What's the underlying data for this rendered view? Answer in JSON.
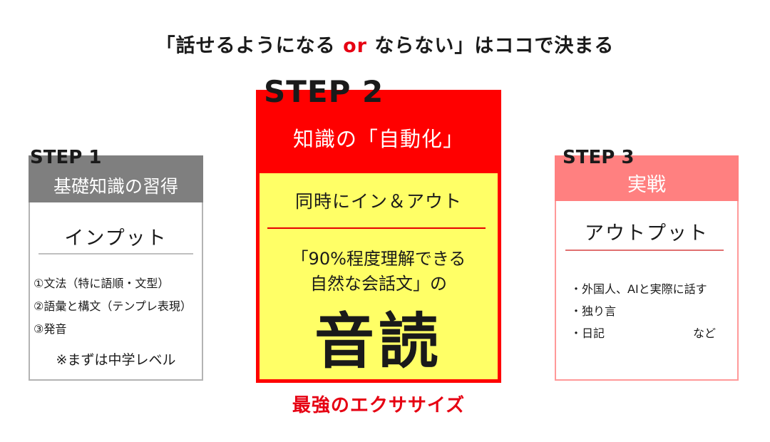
{
  "title": {
    "part1": "「話せるようになる ",
    "accent": "or",
    "part2": " ならない」はココで決まる"
  },
  "step1": {
    "label": "STEP 1",
    "header": "基礎知識の習得",
    "subheading": "インプット",
    "items": [
      "①文法（特に語順・文型）",
      "②語彙と構文（テンプレ表現）",
      "③発音"
    ],
    "note": "※まずは中学レベル"
  },
  "step2": {
    "label": "STEP 2",
    "header": "知識の「自動化」",
    "subheading": "同時にイン＆アウト",
    "quote_line1": "「90%程度理解できる",
    "quote_line2": "自然な会話文」の",
    "big_text": "音読",
    "caption": "最強のエクササイズ"
  },
  "step3": {
    "label": "STEP 3",
    "header": "実戦",
    "subheading": "アウトプット",
    "items": [
      "・外国人、AIと実際に話す",
      "・独り言",
      "・日記"
    ],
    "etc": "など"
  },
  "colors": {
    "accent_red": "#e60012",
    "step1_gray": "#7f7f7f",
    "step2_red": "#ff0000",
    "step2_yellow": "#ffff66",
    "step3_pink": "#ff8080"
  }
}
